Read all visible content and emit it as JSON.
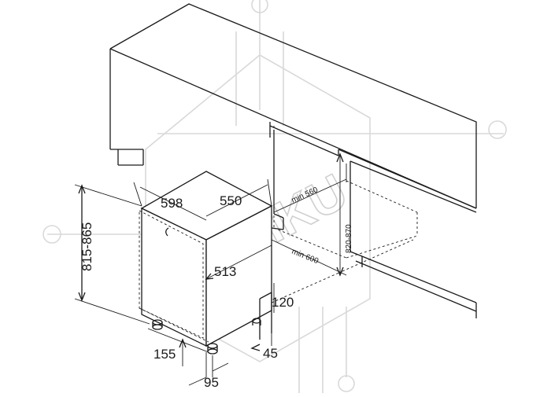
{
  "watermark": {
    "text": "NIKU"
  },
  "dimensions": {
    "width": "598",
    "depth": "550",
    "height_range": "815-865",
    "inner_depth": "513",
    "toe_kick": "120",
    "plinth_depth": "45",
    "leg_height": "155",
    "leg_inset": "95",
    "niche_width_min": "min 560",
    "niche_depth_min": "min 600",
    "niche_height_range": "820-870"
  }
}
